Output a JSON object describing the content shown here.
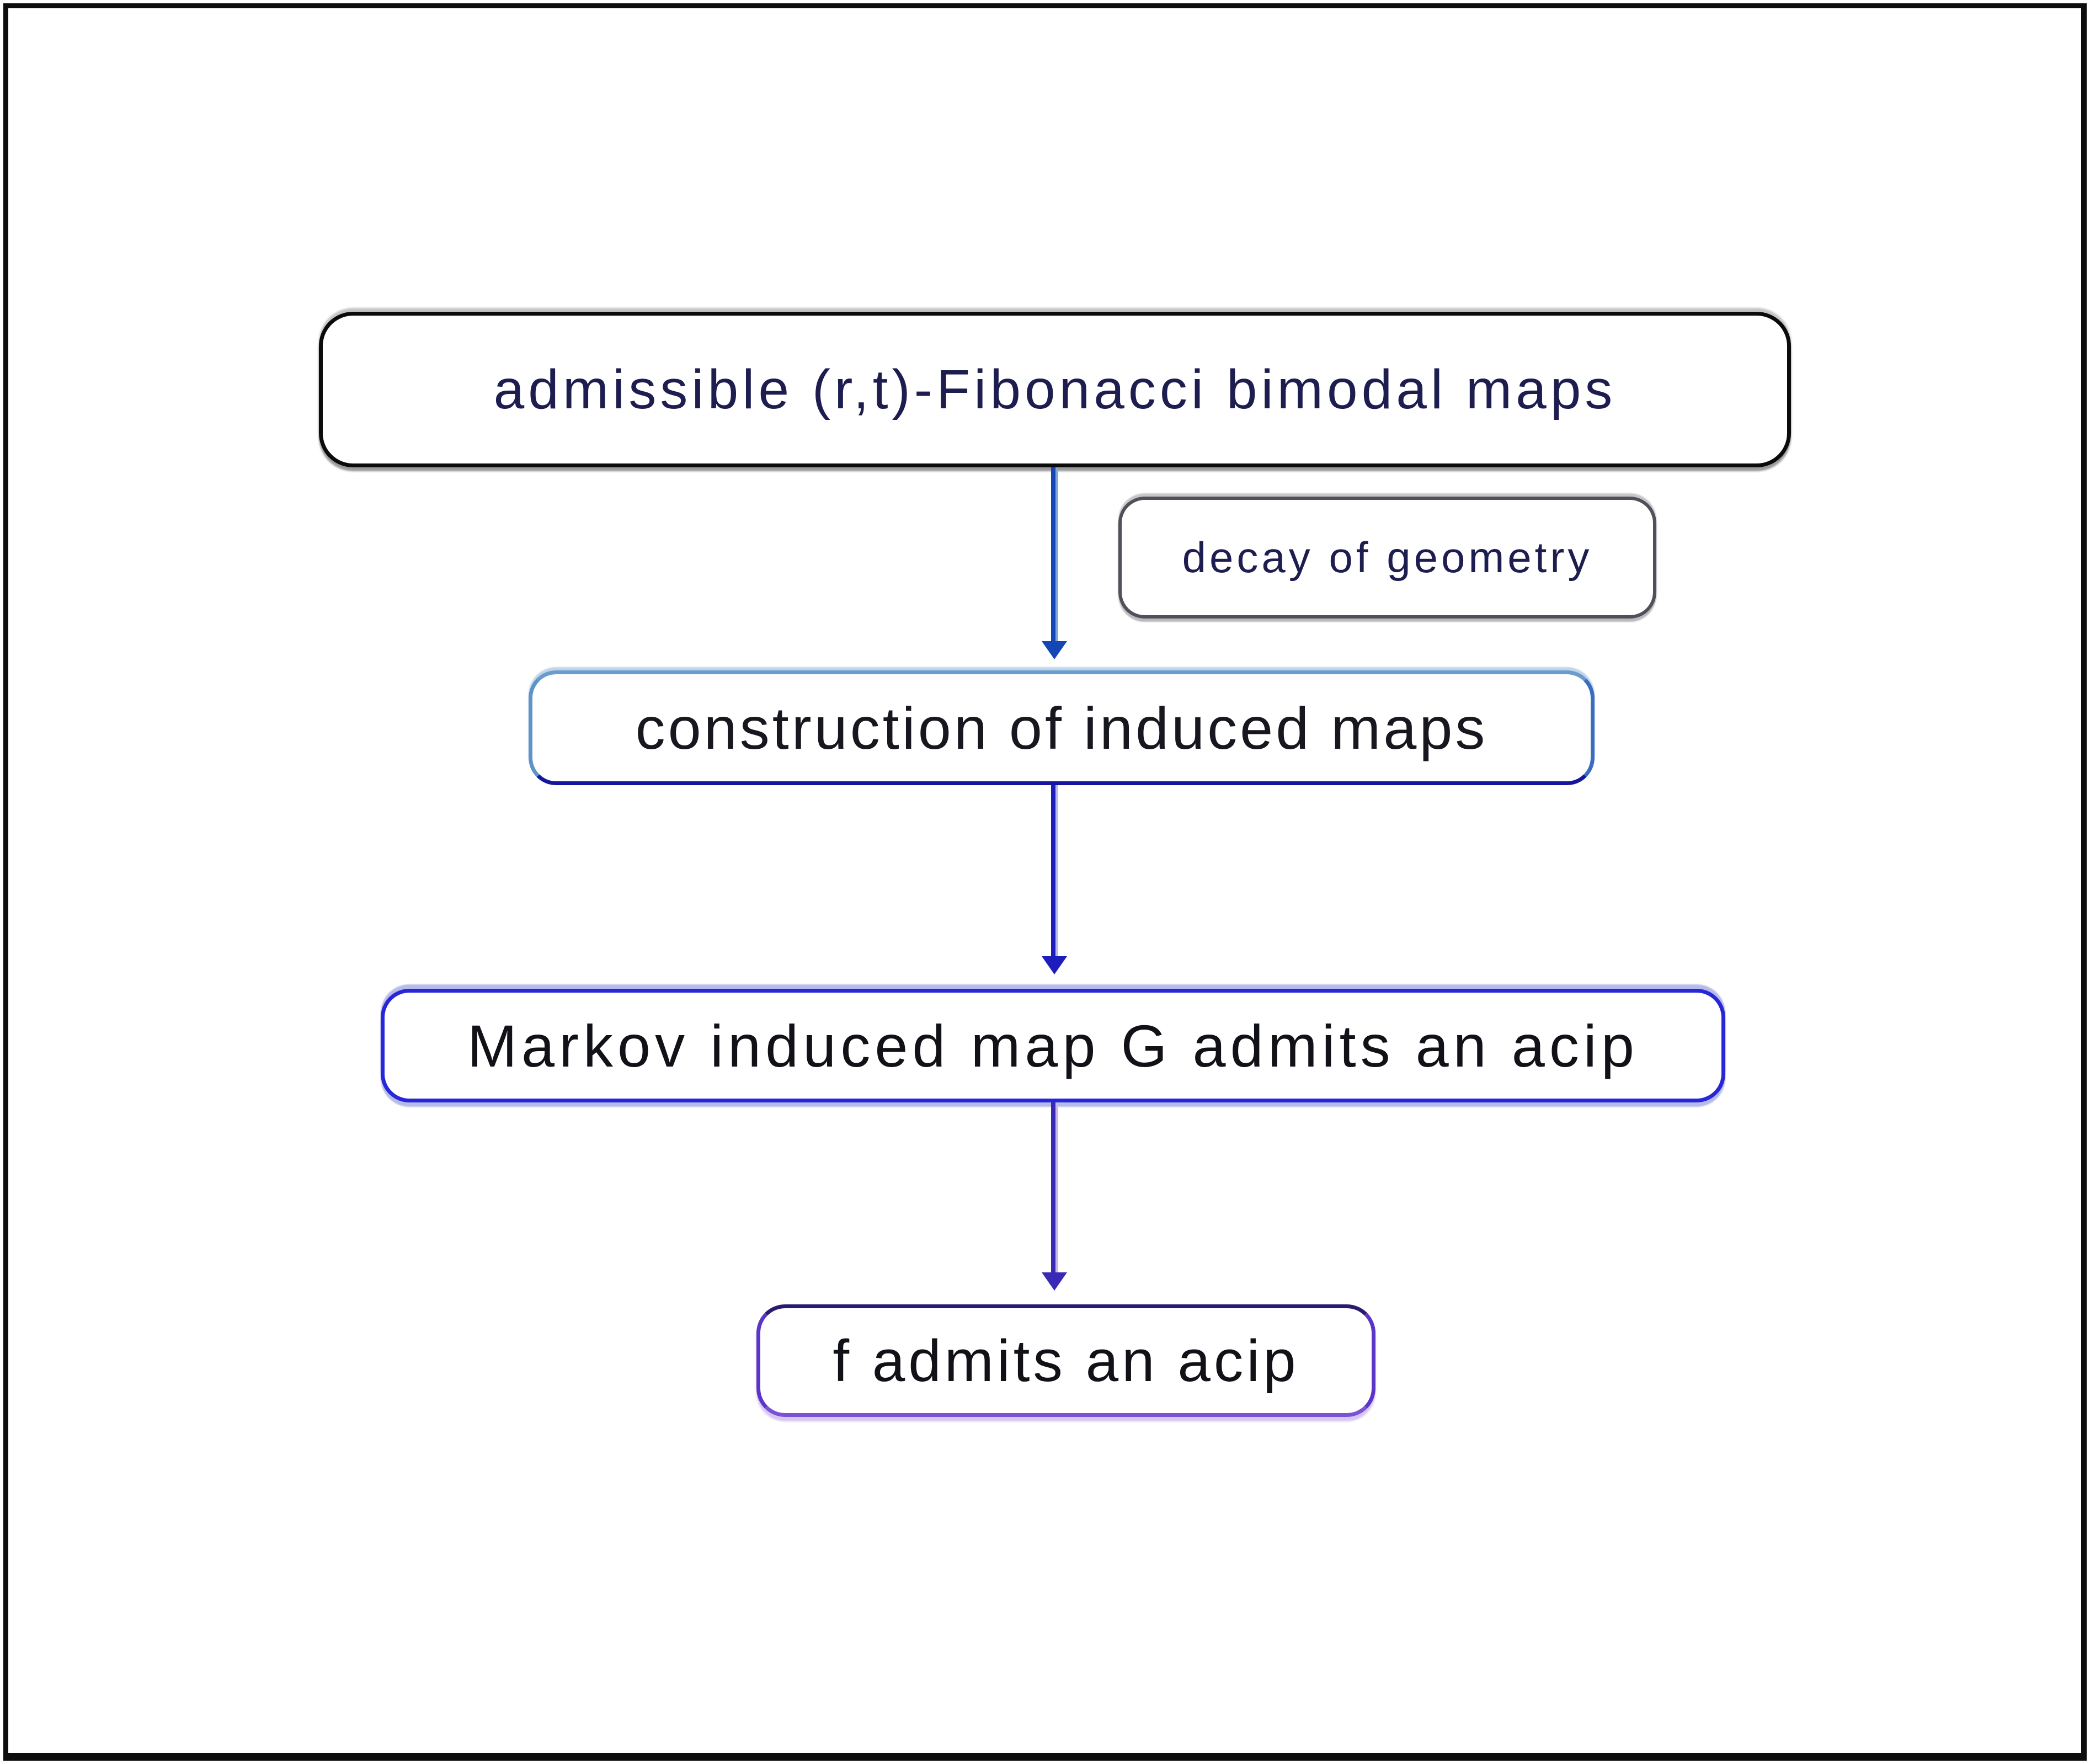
{
  "diagram": {
    "description": "flowchart of proof structure for Fibonacci bimodal maps",
    "nodes": [
      {
        "id": "admissible",
        "label": "admissible (r,t)-Fibonacci bimodal maps"
      },
      {
        "id": "decay",
        "label": "decay of geometry"
      },
      {
        "id": "construction",
        "label": "construction of induced maps"
      },
      {
        "id": "markov",
        "label": "Markov induced map G admits an acip"
      },
      {
        "id": "acip",
        "label": "f admits an acip"
      }
    ],
    "edges": [
      {
        "from": "admissible",
        "to": "construction",
        "annotation": "decay of geometry"
      },
      {
        "from": "construction",
        "to": "markov",
        "annotation": ""
      },
      {
        "from": "markov",
        "to": "acip",
        "annotation": ""
      }
    ],
    "colors": {
      "background": "#ffffff",
      "frame_border": "#0d0d0d",
      "admissible_border": "#0b0b0b",
      "decay_border": "#50505a",
      "construction_border": "#3a6cc0",
      "markov_border": "#2727d8",
      "acip_border": "#5b35c8",
      "arrow_1": "#1546b6",
      "arrow_2": "#1d1dbe",
      "arrow_3": "#3a28b6",
      "text_navy": "#1d1d50",
      "text_dark": "#17171f"
    }
  }
}
